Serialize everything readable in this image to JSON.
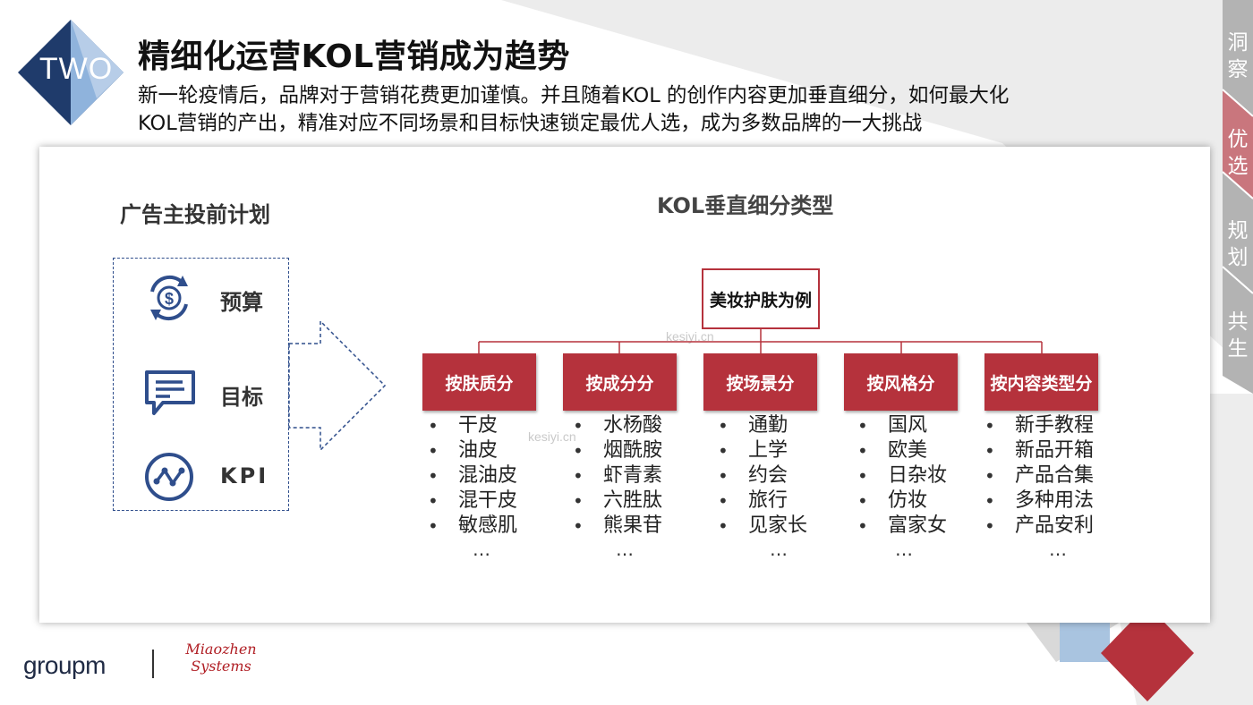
{
  "header": {
    "badge": "TWO",
    "title": "精细化运营KOL营销成为趋势",
    "subtitle_line1": "新一轮疫情后，品牌对于营销花费更加谨慎。并且随着KOL 的创作内容更加垂直细分，如何最大化",
    "subtitle_line2": "KOL营销的产出，精准对应不同场景和目标快速锁定最优人选，成为多数品牌的一大挑战"
  },
  "side_nav": {
    "items": [
      {
        "label": "洞察",
        "chars": [
          "洞",
          "察"
        ],
        "active": false
      },
      {
        "label": "优选",
        "chars": [
          "优",
          "选"
        ],
        "active": true
      },
      {
        "label": "规划",
        "chars": [
          "规",
          "划"
        ],
        "active": false
      },
      {
        "label": "共生",
        "chars": [
          "共",
          "生"
        ],
        "active": false
      }
    ]
  },
  "plan": {
    "title": "广告主投前计划",
    "items": [
      {
        "label": "预算",
        "icon": "budget-cycle-dollar-icon"
      },
      {
        "label": "目标",
        "icon": "chat-message-icon"
      },
      {
        "label": "KPI",
        "icon": "trend-chart-icon"
      }
    ]
  },
  "kol": {
    "title": "KOL垂直细分类型",
    "root": "美妆护肤为例",
    "categories": [
      {
        "label": "按肤质分",
        "items": [
          "干皮",
          "油皮",
          "混油皮",
          "混干皮",
          "敏感肌"
        ],
        "more": "…"
      },
      {
        "label": "按成分分",
        "items": [
          "水杨酸",
          "烟酰胺",
          "虾青素",
          "六胜肽",
          "熊果苷"
        ],
        "more": "…"
      },
      {
        "label": "按场景分",
        "items": [
          "通勤",
          "上学",
          "约会",
          "旅行",
          "见家长"
        ],
        "more": "…"
      },
      {
        "label": "按风格分",
        "items": [
          "国风",
          "欧美",
          "日杂妆",
          "仿妆",
          "富家女"
        ],
        "more": "…"
      },
      {
        "label": "按内容类型分",
        "items": [
          "新手教程",
          "新品开箱",
          "产品合集",
          "多种用法",
          "产品安利"
        ],
        "more": "…"
      }
    ]
  },
  "watermarks": [
    "kesiyi.cn",
    "kesiyi.cn"
  ],
  "footer": {
    "logo_group": "groupm",
    "logo_mz_line1": "Miaozhen",
    "logo_mz_line2": "Systems"
  },
  "colors": {
    "accent_red": "#b5323c",
    "navy": "#2f4e8c",
    "badge_light": "#8fb3dc",
    "badge_dark": "#1f3b6b"
  }
}
